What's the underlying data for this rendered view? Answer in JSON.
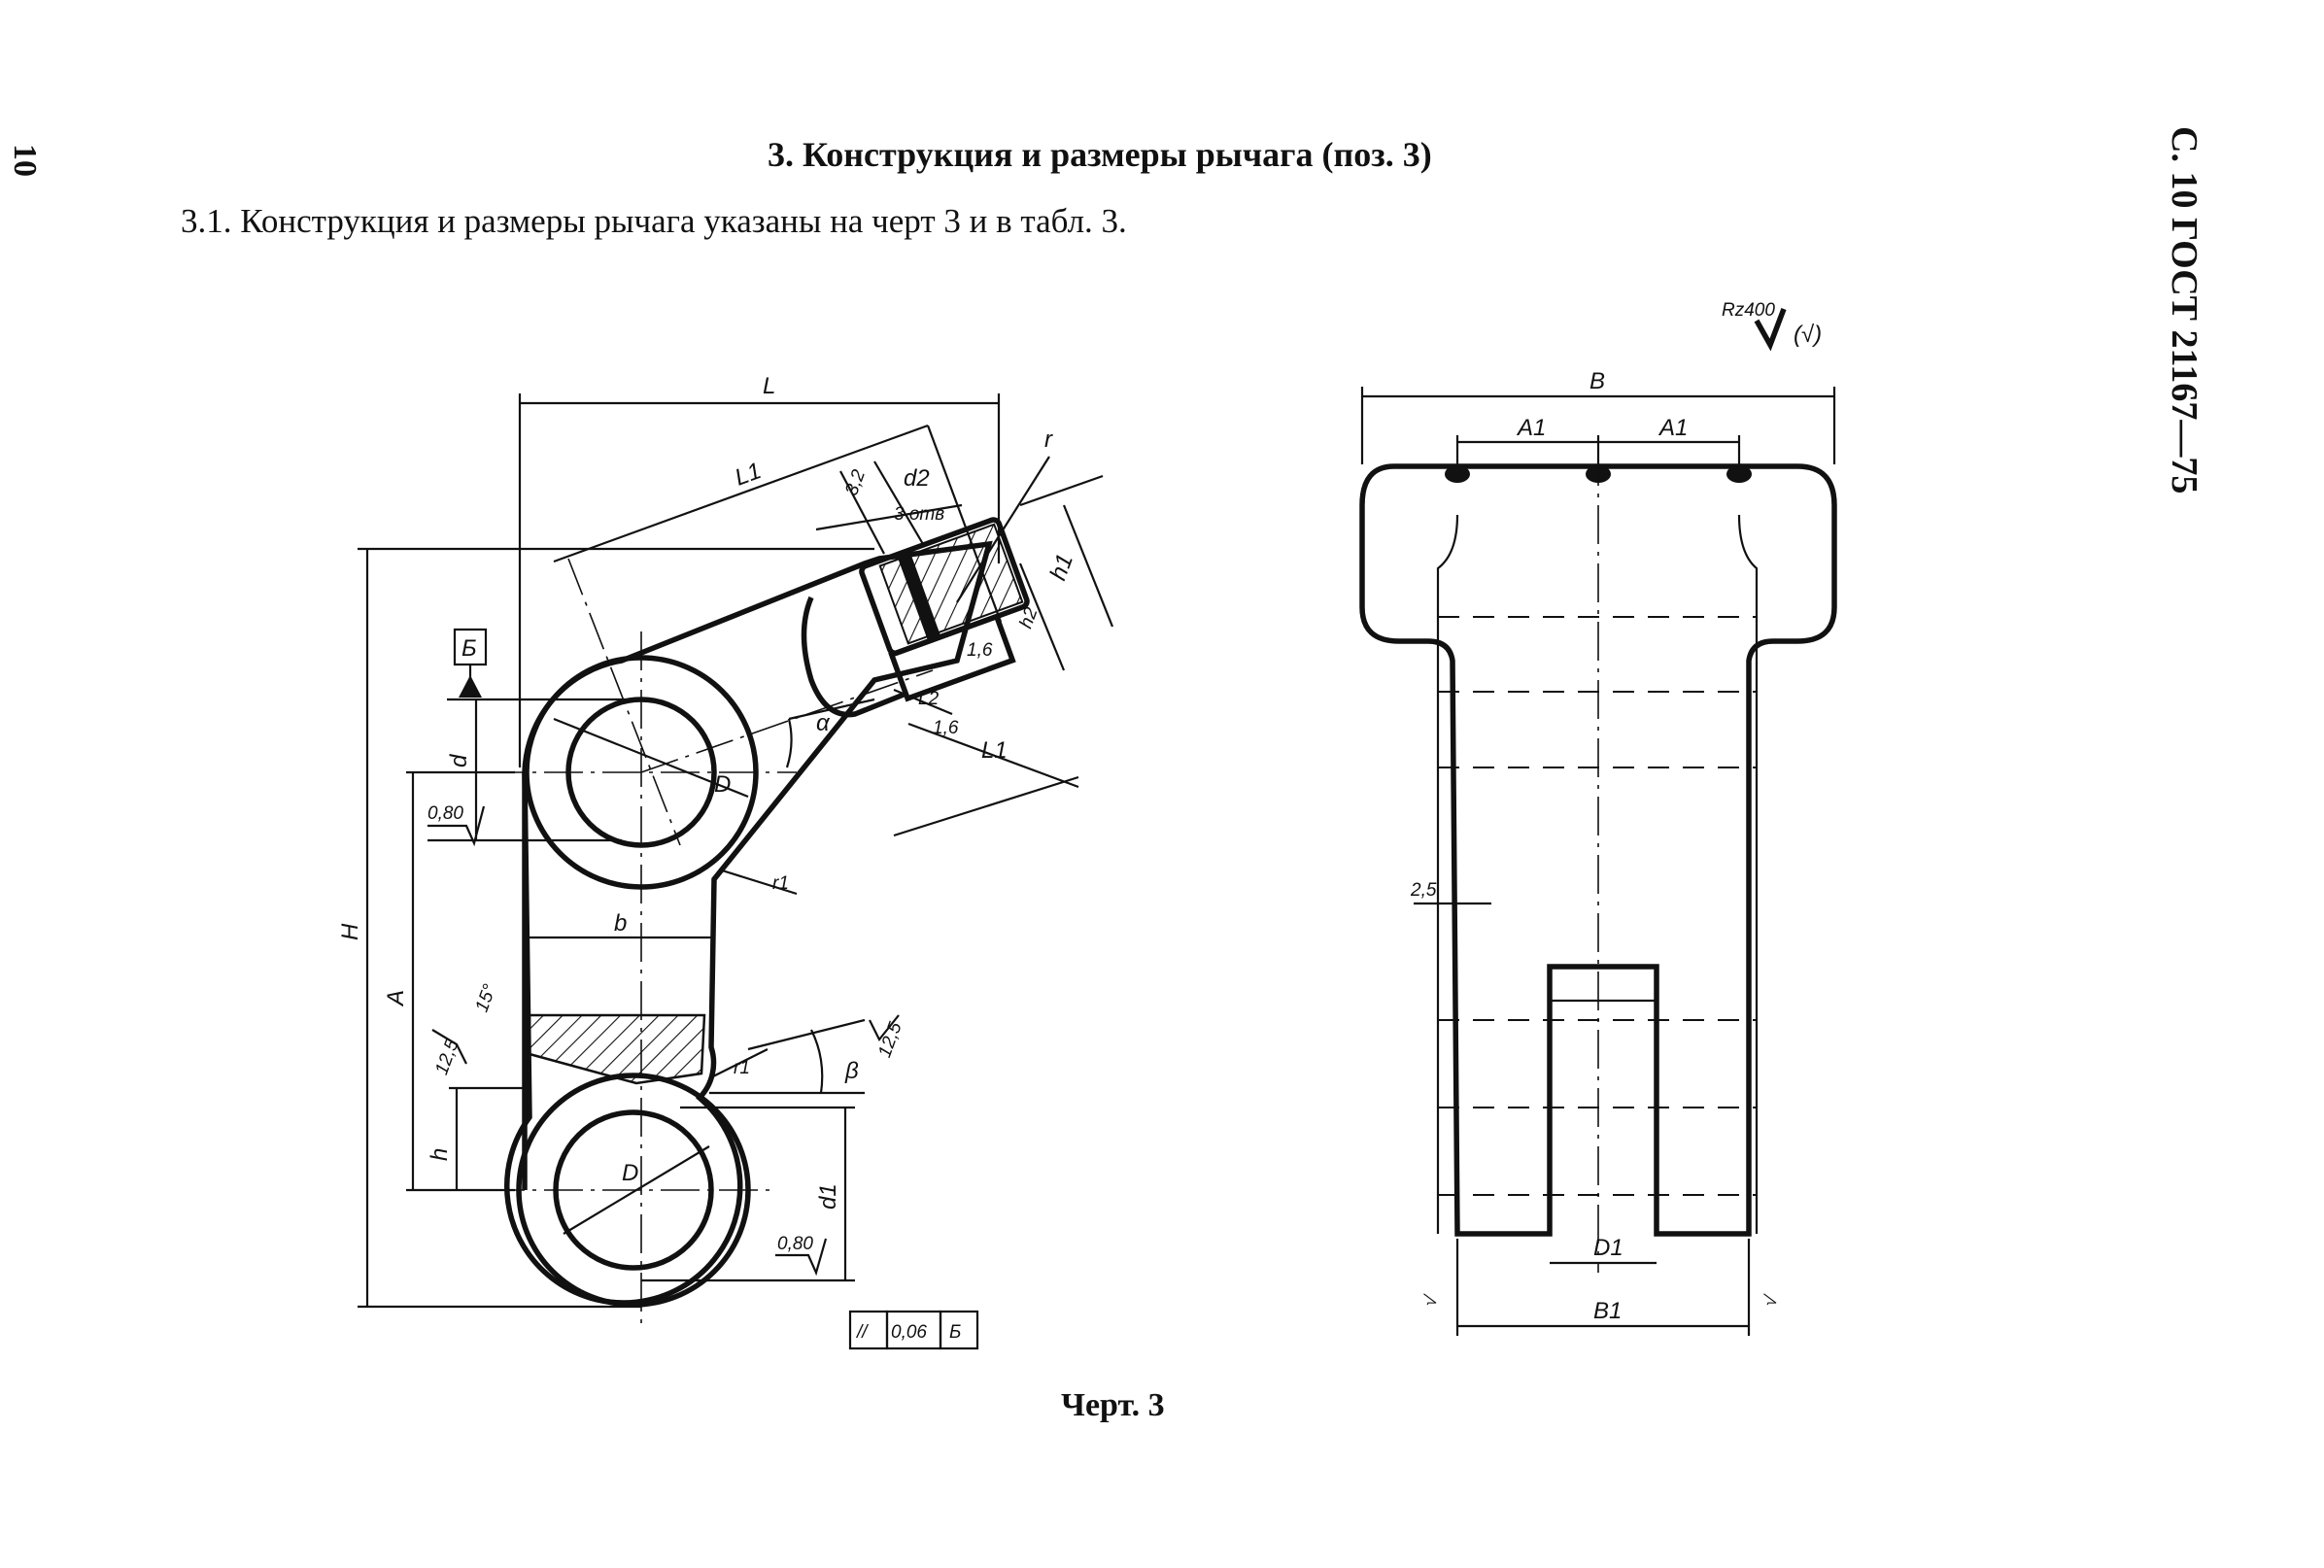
{
  "page_number": "10",
  "header": "С. 10 ГОСТ 21167—75",
  "section_title": "3. Конструкция и размеры рычага (поз. 3)",
  "paragraph": "3.1. Конструкция и размеры рычага указаны на черт 3 и в табл. 3.",
  "caption": "Черт. 3",
  "surface_finish": "Rz400",
  "left_view": {
    "dim_L": "L",
    "dim_L1": "L1",
    "dim_L1_low": "L1",
    "dim_L2": "L2",
    "dim_r": "r",
    "dim_d2": "d2",
    "holes": "3 отв",
    "dim_h1": "h1",
    "dim_h2": "h2",
    "dim_H": "H",
    "dim_A": "A",
    "dim_h": "h",
    "dim_d": "d",
    "dim_d1": "d1",
    "dim_D_top": "D",
    "dim_D_bottom": "D",
    "dim_b": "b",
    "dim_alpha": "α",
    "dim_beta": "β",
    "dim_r1": "r1",
    "dim_r1b": "r1",
    "angle_15": "15°",
    "datum": "Б",
    "rough_080_top": "0,80",
    "rough_080_bottom": "0,80",
    "rough_125_left": "12,5",
    "rough_125_right": "12,5",
    "rough_32": "3,2",
    "rough_16a": "1,6",
    "rough_16b": "1,6",
    "tolerance_symbol": "//",
    "tolerance_value": "0,06",
    "tolerance_datum": "Б"
  },
  "right_view": {
    "dim_B": "B",
    "dim_A1_left": "A1",
    "dim_A1_right": "A1",
    "dim_25": "2,5",
    "dim_D1": "D1",
    "dim_B1": "B1",
    "weld_left": "√",
    "weld_right": "√"
  }
}
